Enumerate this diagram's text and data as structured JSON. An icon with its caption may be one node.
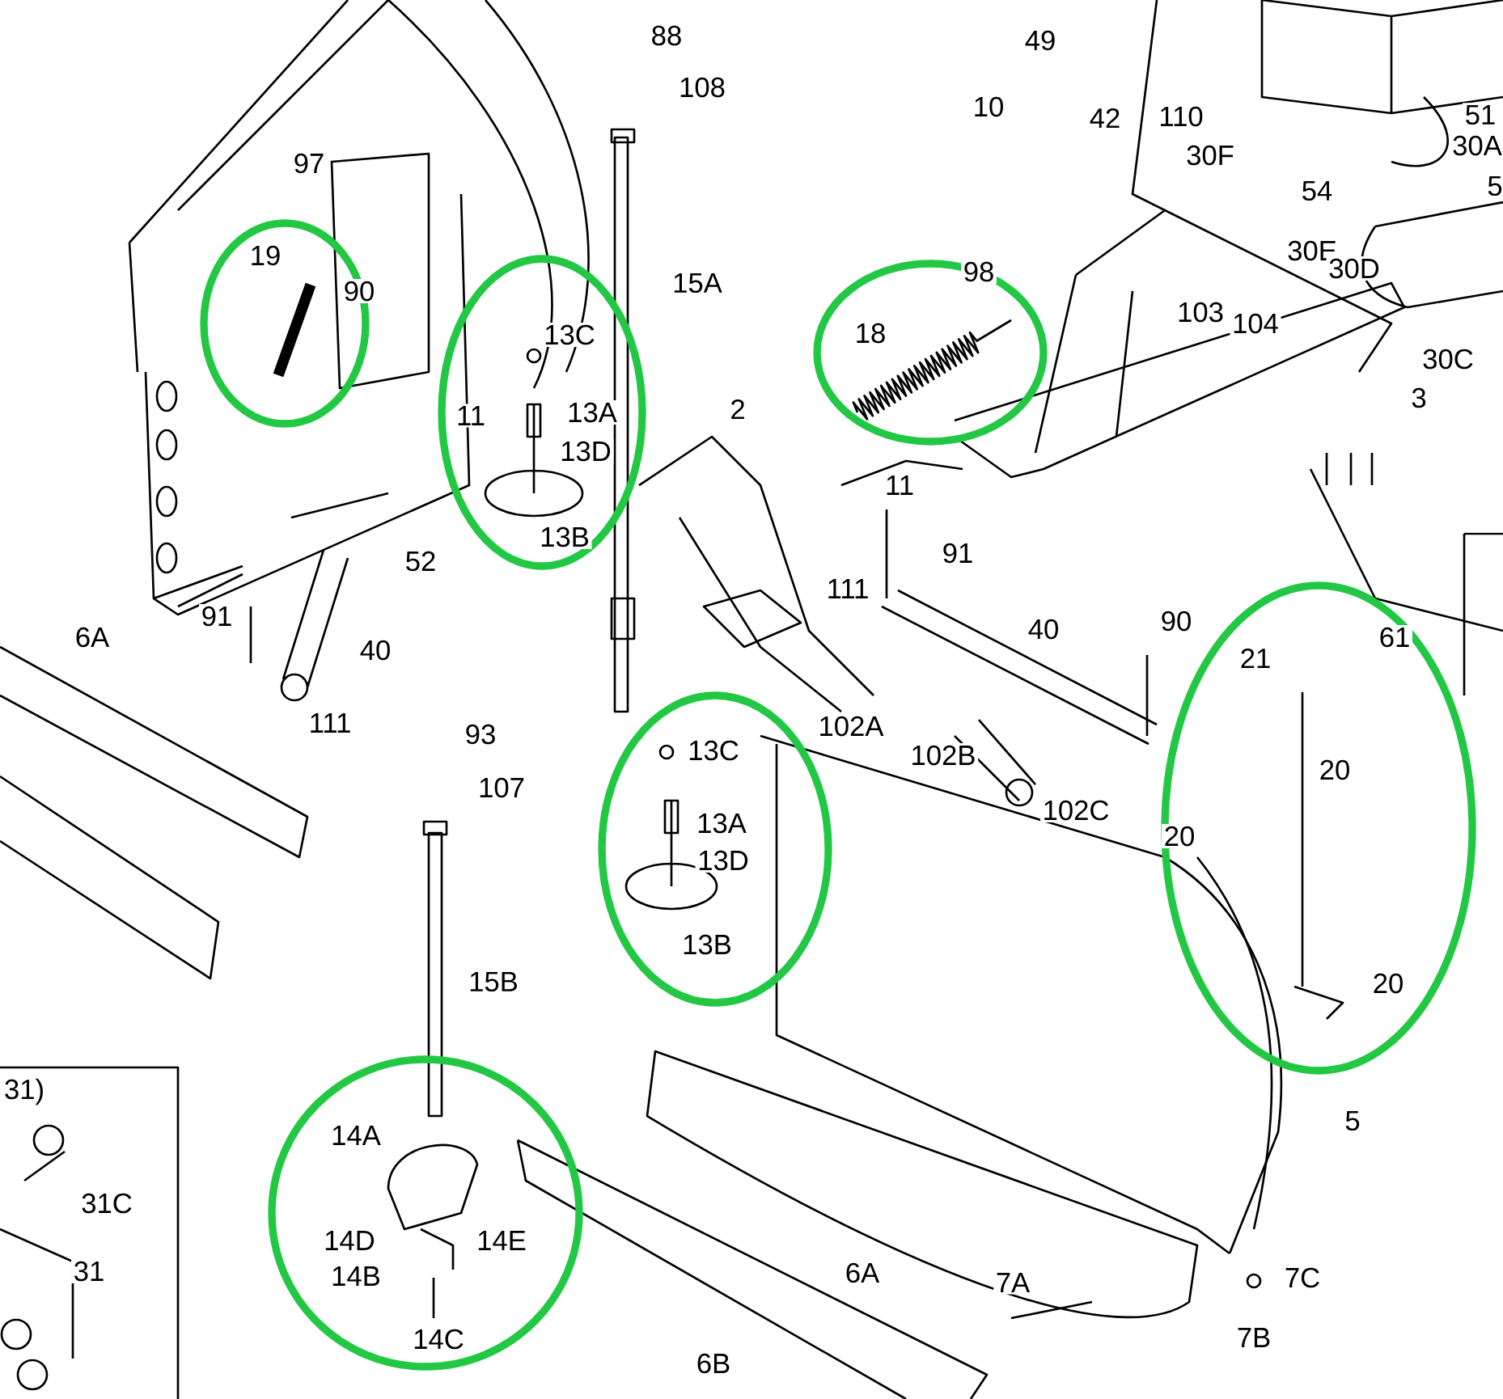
{
  "diagram": {
    "labels": [
      "88",
      "49",
      "110",
      "51",
      "108",
      "10",
      "42",
      "30A",
      "30F",
      "5",
      "97",
      "54",
      "30E",
      "30D",
      "19",
      "98",
      "15A",
      "90",
      "103",
      "104",
      "30C",
      "13C",
      "18",
      "3",
      "2",
      "13A",
      "11",
      "13D",
      "11",
      "91",
      "13B",
      "52",
      "40",
      "61",
      "111",
      "91",
      "6A",
      "40",
      "90",
      "111",
      "21",
      "102A",
      "93",
      "13C",
      "102B",
      "107",
      "20",
      "102C",
      "13A",
      "20",
      "13D",
      "13B",
      "15B",
      "20",
      "31)",
      "5",
      "14A",
      "31C",
      "14D",
      "14E",
      "31",
      "14B",
      "6A",
      "7C",
      "7A",
      "7B",
      "14C",
      "6B"
    ]
  }
}
